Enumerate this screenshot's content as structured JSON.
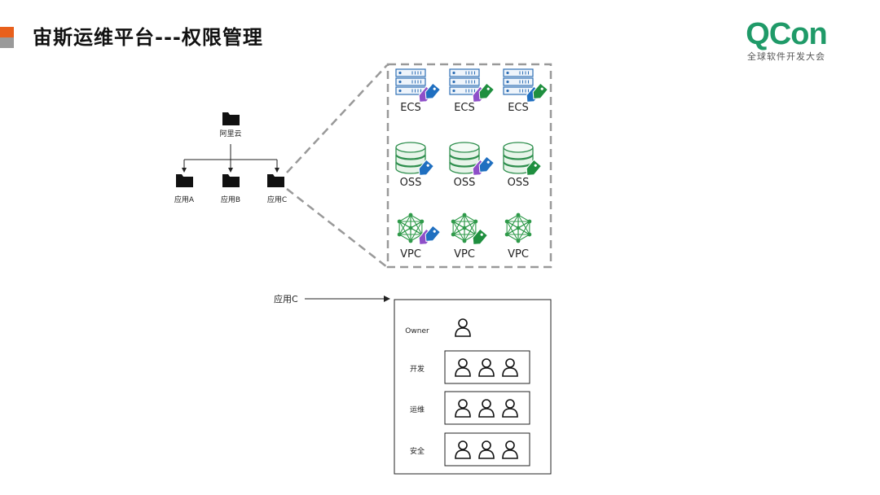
{
  "header": {
    "title": "宙斯运维平台---权限管理",
    "accent_colors": [
      "#e8601c",
      "#9a9a9a"
    ]
  },
  "logo": {
    "main": "QCon",
    "sub": "全球软件开发大会",
    "color": "#1f9a68"
  },
  "tree": {
    "root": {
      "label": "阿里云",
      "icon": "folder-icon"
    },
    "children": [
      {
        "label": "应用A",
        "icon": "folder-icon"
      },
      {
        "label": "应用B",
        "icon": "folder-icon"
      },
      {
        "label": "应用C",
        "icon": "folder-icon"
      }
    ]
  },
  "resources": {
    "rows": [
      {
        "type": "ECS",
        "icon": "server-icon",
        "items": [
          {
            "label": "ECS",
            "tags": [
              "purple",
              "blue"
            ]
          },
          {
            "label": "ECS",
            "tags": [
              "purple",
              "green"
            ]
          },
          {
            "label": "ECS",
            "tags": [
              "blue",
              "green"
            ]
          }
        ]
      },
      {
        "type": "OSS",
        "icon": "storage-icon",
        "items": [
          {
            "label": "OSS",
            "tags": [
              "blue"
            ]
          },
          {
            "label": "OSS",
            "tags": [
              "purple",
              "blue"
            ]
          },
          {
            "label": "OSS",
            "tags": [
              "green"
            ]
          }
        ]
      },
      {
        "type": "VPC",
        "icon": "network-icon",
        "items": [
          {
            "label": "VPC",
            "tags": [
              "purple",
              "blue"
            ]
          },
          {
            "label": "VPC",
            "tags": [
              "green"
            ]
          },
          {
            "label": "VPC",
            "tags": []
          }
        ]
      }
    ],
    "tag_colors": {
      "purple": "#8e4fc9",
      "blue": "#1f6fc0",
      "green": "#1f8f3f"
    }
  },
  "app_panel": {
    "label": "应用C",
    "roles": [
      {
        "name": "Owner",
        "members": 1
      },
      {
        "name": "开发",
        "members": 3
      },
      {
        "name": "运维",
        "members": 3
      },
      {
        "name": "安全",
        "members": 3
      }
    ]
  }
}
